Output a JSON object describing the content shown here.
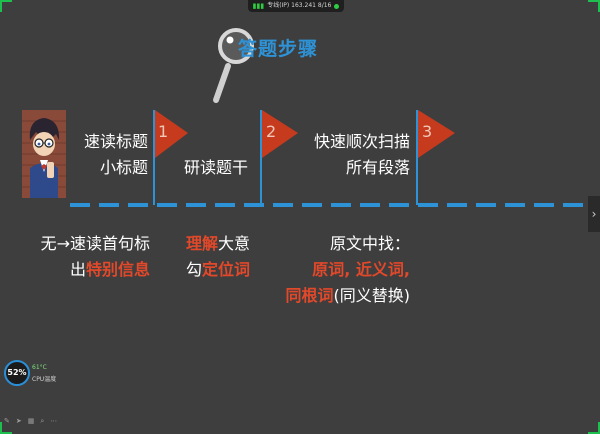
{
  "status_bar": {
    "info": "专线(IP) 163.241 8/16"
  },
  "heading": {
    "title": "答题步骤"
  },
  "steps": [
    {
      "number": "1",
      "lines": [
        "速读标题",
        "小标题"
      ]
    },
    {
      "number": "2",
      "lines": [
        "研读题干"
      ]
    },
    {
      "number": "3",
      "lines": [
        "快速顺次扫描",
        "所有段落"
      ]
    }
  ],
  "notes": {
    "col1": {
      "line1": "无→速读首句标",
      "line2_prefix": "出",
      "line2_highlight": "特别信息"
    },
    "col2": {
      "line1_highlight": "理解",
      "line1_rest": "大意",
      "line2_prefix": "勾",
      "line2_highlight": "定位词"
    },
    "col3": {
      "line1": "原文中找：",
      "line2_highlight": "原词, 近义词,",
      "line3_highlight": "同根词",
      "line3_rest": "(同义替换)"
    }
  },
  "perf_widget": {
    "percent": "52%",
    "temperature": "61°C",
    "cpu_label": "CPU温度"
  },
  "colors": {
    "background": "#3e3e3e",
    "accent_blue": "#2e93d6",
    "highlight_red": "#e2482a",
    "flag_red": "#c63a1e",
    "corner_green": "#1fbf4f"
  }
}
